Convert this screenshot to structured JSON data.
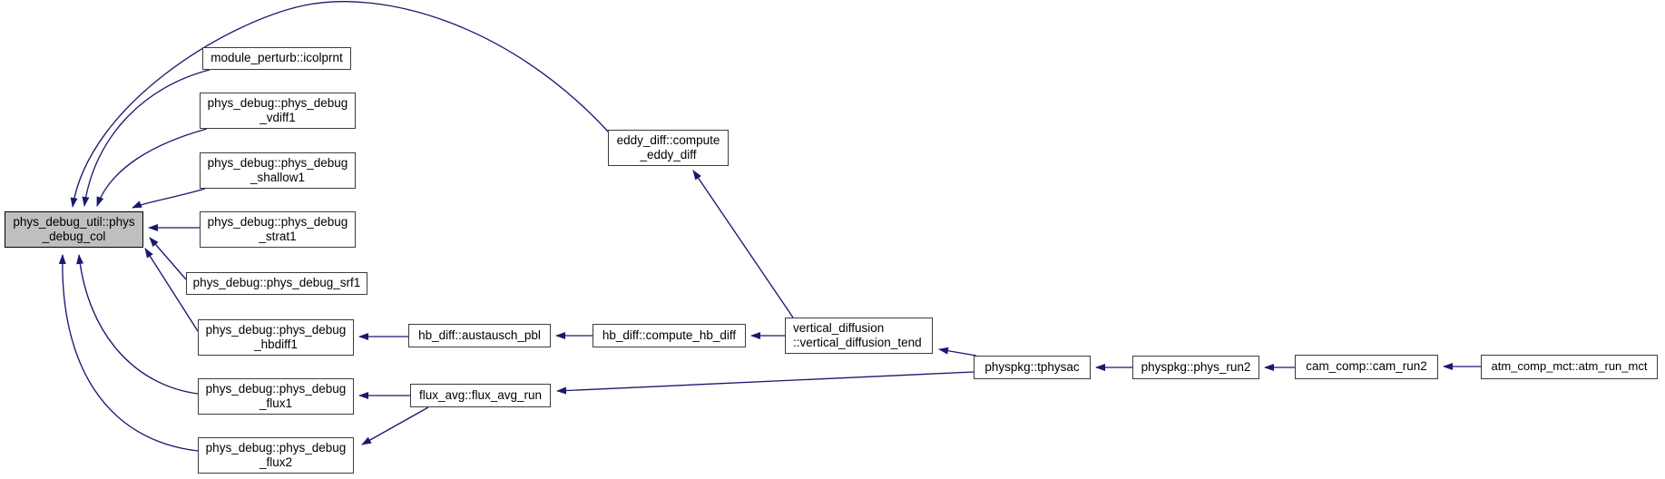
{
  "diagram": {
    "type": "doxygen-caller-graph",
    "edge_color": "#191970",
    "node_border_color": "#3c3c3c",
    "highlight_fill": "#bfbfbf",
    "nodes": {
      "phys_debug_col": {
        "full": "phys_debug_util::phys_debug_col",
        "line1": "phys_debug_util::phys",
        "line2": "_debug_col",
        "highlighted": true
      },
      "icolprnt": {
        "full": "module_perturb::icolprnt",
        "line1": "module_perturb::icolprnt"
      },
      "vdiff1": {
        "full": "phys_debug::phys_debug_vdiff1",
        "line1": "phys_debug::phys_debug",
        "line2": "_vdiff1"
      },
      "shallow1": {
        "full": "phys_debug::phys_debug_shallow1",
        "line1": "phys_debug::phys_debug",
        "line2": "_shallow1"
      },
      "strat1": {
        "full": "phys_debug::phys_debug_strat1",
        "line1": "phys_debug::phys_debug",
        "line2": "_strat1"
      },
      "srf1": {
        "full": "phys_debug::phys_debug_srf1",
        "line1": "phys_debug::phys_debug_srf1"
      },
      "hbdiff1": {
        "full": "phys_debug::phys_debug_hbdiff1",
        "line1": "phys_debug::phys_debug",
        "line2": "_hbdiff1"
      },
      "flux1": {
        "full": "phys_debug::phys_debug_flux1",
        "line1": "phys_debug::phys_debug",
        "line2": "_flux1"
      },
      "flux2": {
        "full": "phys_debug::phys_debug_flux2",
        "line1": "phys_debug::phys_debug",
        "line2": "_flux2"
      },
      "compute_eddy_diff": {
        "full": "eddy_diff::compute_eddy_diff",
        "line1": "eddy_diff::compute",
        "line2": "_eddy_diff"
      },
      "austausch_pbl": {
        "full": "hb_diff::austausch_pbl",
        "line1": "hb_diff::austausch_pbl"
      },
      "compute_hb_diff": {
        "full": "hb_diff::compute_hb_diff",
        "line1": "hb_diff::compute_hb_diff"
      },
      "vertical_diffusion_tend": {
        "full": "vertical_diffusion::vertical_diffusion_tend",
        "line1": "vertical_diffusion",
        "line2": "::vertical_diffusion_tend"
      },
      "flux_avg_run": {
        "full": "flux_avg::flux_avg_run",
        "line1": "flux_avg::flux_avg_run"
      },
      "tphysac": {
        "full": "physpkg::tphysac",
        "line1": "physpkg::tphysac"
      },
      "phys_run2": {
        "full": "physpkg::phys_run2",
        "line1": "physpkg::phys_run2"
      },
      "cam_run2": {
        "full": "cam_comp::cam_run2",
        "line1": "cam_comp::cam_run2"
      },
      "atm_run_mct": {
        "full": "atm_comp_mct::atm_run_mct",
        "line1": "atm_comp_mct::atm_run_mct"
      }
    },
    "edges": [
      {
        "from": "icolprnt",
        "to": "phys_debug_col"
      },
      {
        "from": "vdiff1",
        "to": "phys_debug_col"
      },
      {
        "from": "shallow1",
        "to": "phys_debug_col"
      },
      {
        "from": "strat1",
        "to": "phys_debug_col"
      },
      {
        "from": "srf1",
        "to": "phys_debug_col"
      },
      {
        "from": "hbdiff1",
        "to": "phys_debug_col"
      },
      {
        "from": "flux1",
        "to": "phys_debug_col"
      },
      {
        "from": "flux2",
        "to": "phys_debug_col"
      },
      {
        "from": "compute_eddy_diff",
        "to": "phys_debug_col"
      },
      {
        "from": "austausch_pbl",
        "to": "hbdiff1"
      },
      {
        "from": "compute_hb_diff",
        "to": "austausch_pbl"
      },
      {
        "from": "vertical_diffusion_tend",
        "to": "compute_hb_diff"
      },
      {
        "from": "vertical_diffusion_tend",
        "to": "compute_eddy_diff"
      },
      {
        "from": "flux_avg_run",
        "to": "flux1"
      },
      {
        "from": "flux_avg_run",
        "to": "flux2"
      },
      {
        "from": "tphysac",
        "to": "vertical_diffusion_tend"
      },
      {
        "from": "tphysac",
        "to": "flux_avg_run"
      },
      {
        "from": "phys_run2",
        "to": "tphysac"
      },
      {
        "from": "cam_run2",
        "to": "phys_run2"
      },
      {
        "from": "atm_run_mct",
        "to": "cam_run2"
      }
    ]
  }
}
